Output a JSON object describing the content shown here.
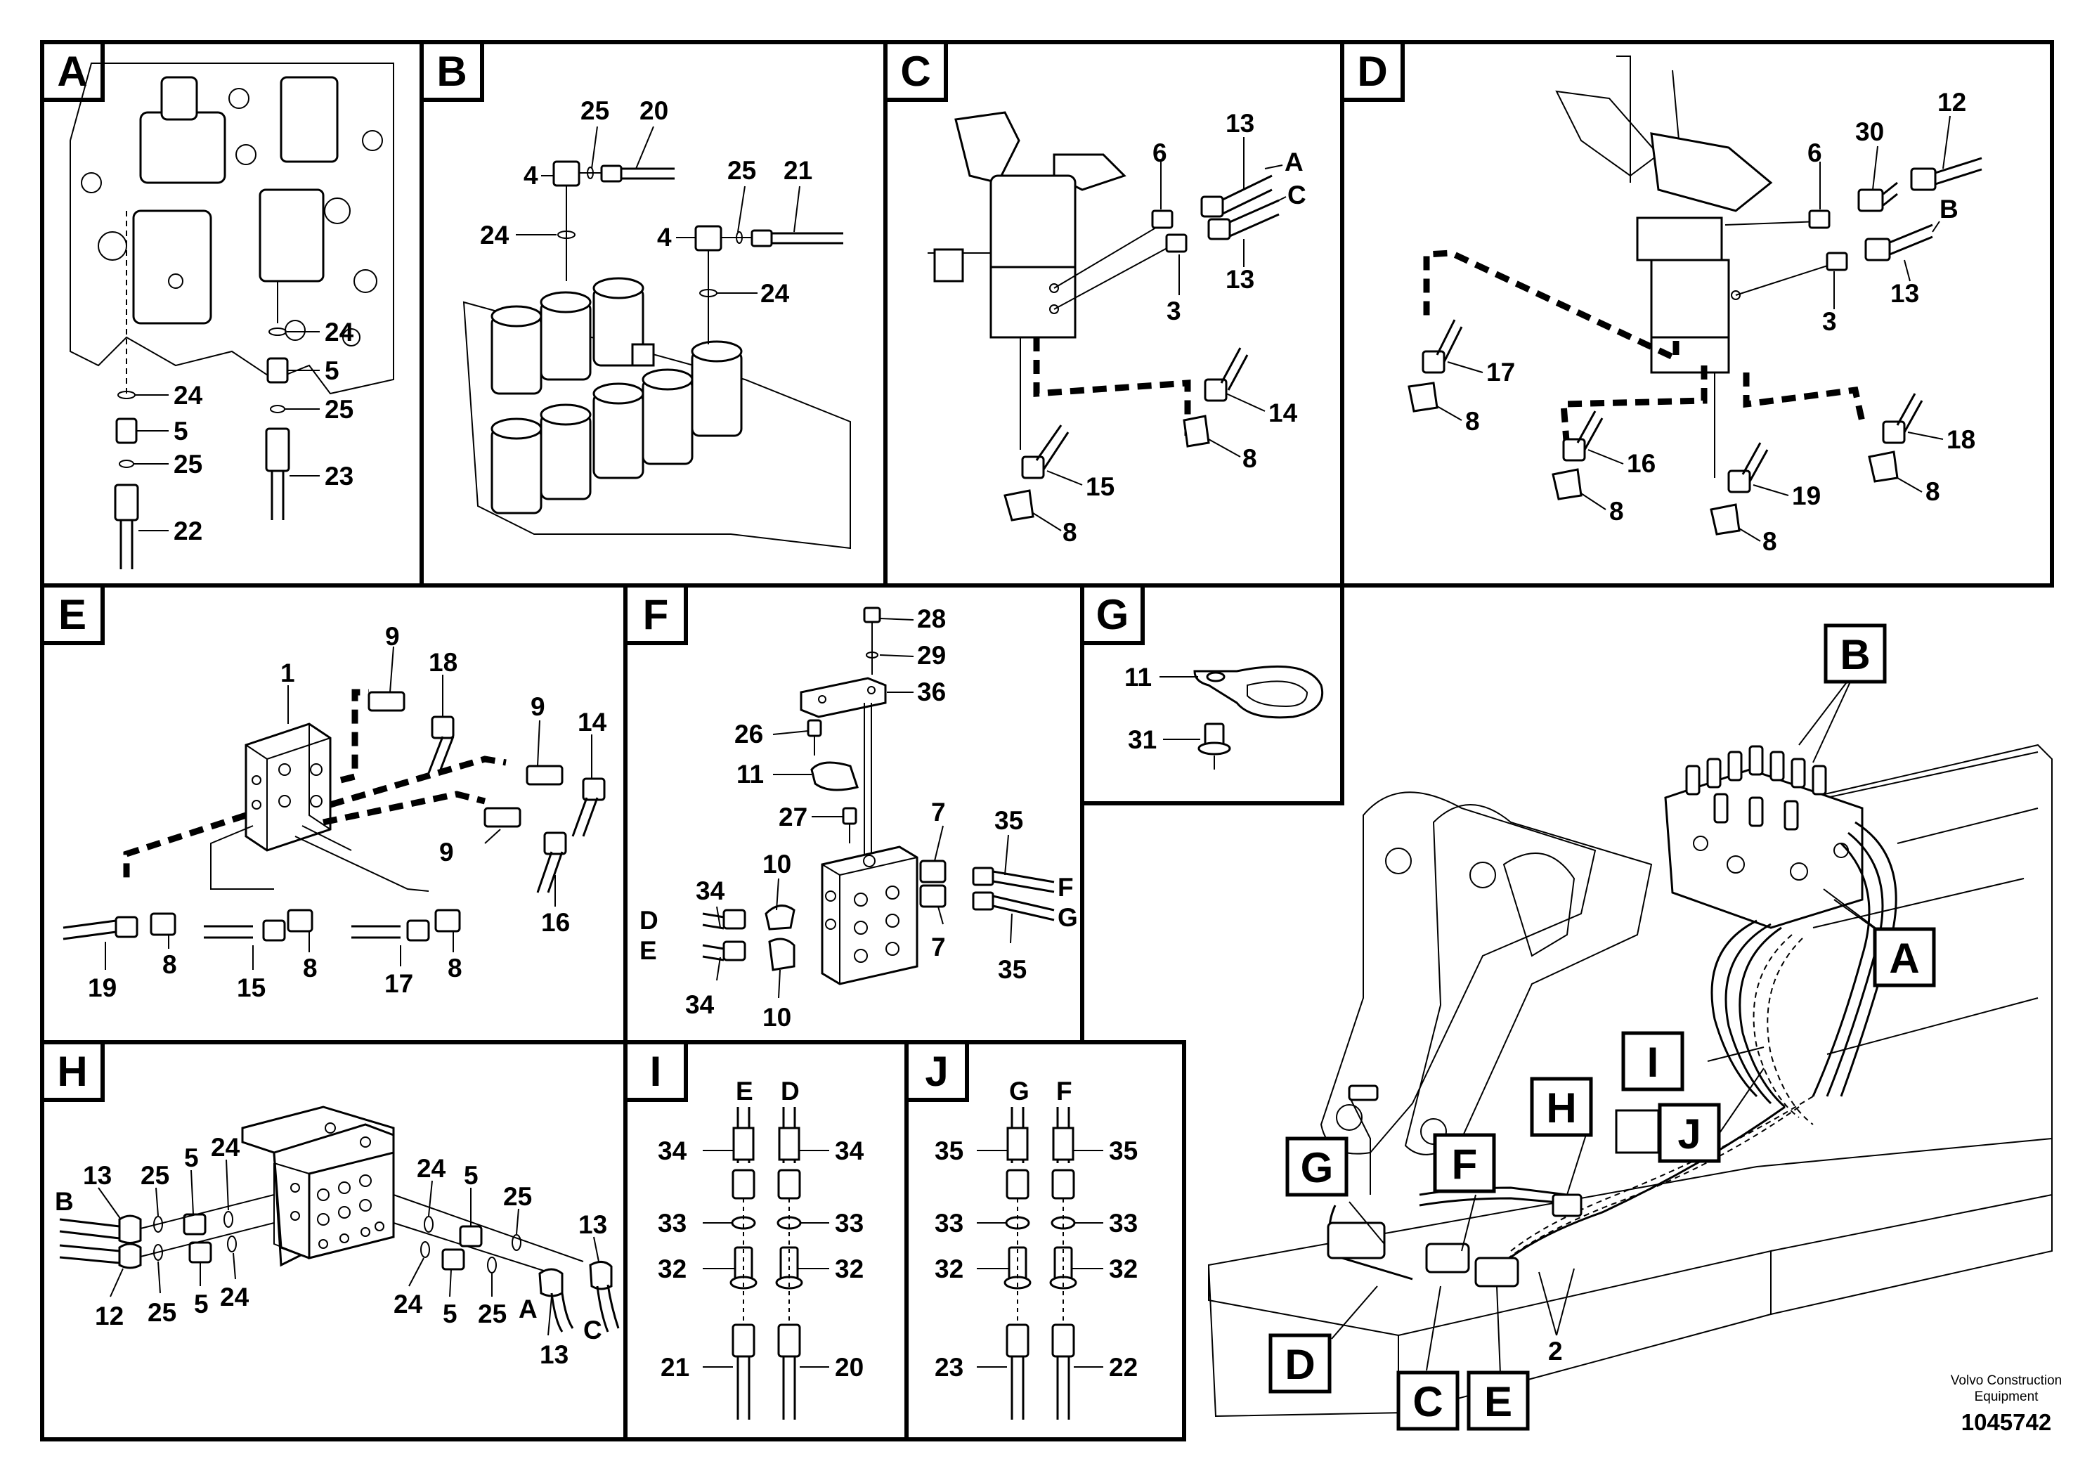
{
  "panels": {
    "A": {
      "letter": "A",
      "labels": [
        "24",
        "5",
        "25",
        "23",
        "24",
        "5",
        "25",
        "22"
      ]
    },
    "B": {
      "letter": "B",
      "labels": [
        "25",
        "20",
        "4",
        "24",
        "25",
        "21",
        "4",
        "24"
      ]
    },
    "C": {
      "letter": "C",
      "labels": [
        "6",
        "13",
        "A",
        "C",
        "3",
        "13",
        "14",
        "8",
        "15",
        "8"
      ]
    },
    "D": {
      "letter": "D",
      "labels": [
        "12",
        "30",
        "6",
        "B",
        "3",
        "13",
        "17",
        "8",
        "16",
        "8",
        "19",
        "8",
        "18",
        "8"
      ]
    },
    "E": {
      "letter": "E",
      "labels": [
        "1",
        "9",
        "18",
        "9",
        "14",
        "9",
        "16",
        "19",
        "8",
        "15",
        "8",
        "17",
        "8"
      ]
    },
    "F": {
      "letter": "F",
      "labels": [
        "28",
        "29",
        "36",
        "26",
        "11",
        "27",
        "7",
        "35",
        "34",
        "10",
        "D",
        "E",
        "7",
        "F",
        "G",
        "35",
        "34",
        "10"
      ]
    },
    "G": {
      "letter": "G",
      "labels": [
        "11",
        "31"
      ]
    },
    "H": {
      "letter": "H",
      "labels": [
        "13",
        "B",
        "25",
        "5",
        "24",
        "24",
        "5",
        "25",
        "13",
        "12",
        "25",
        "5",
        "24",
        "24",
        "5",
        "25",
        "A",
        "13",
        "C"
      ]
    },
    "I": {
      "letter": "I",
      "labels": [
        "E",
        "D",
        "34",
        "34",
        "33",
        "33",
        "32",
        "32",
        "21",
        "20"
      ]
    },
    "J": {
      "letter": "J",
      "labels": [
        "G",
        "F",
        "35",
        "35",
        "33",
        "33",
        "32",
        "32",
        "23",
        "22"
      ]
    }
  },
  "overview": {
    "callouts": [
      "B",
      "A",
      "I",
      "J",
      "H",
      "G",
      "F",
      "D",
      "C",
      "E"
    ],
    "part_label": "2"
  },
  "footer": {
    "company_line1": "Volvo Construction",
    "company_line2": "Equipment",
    "doc_number": "1045742"
  }
}
